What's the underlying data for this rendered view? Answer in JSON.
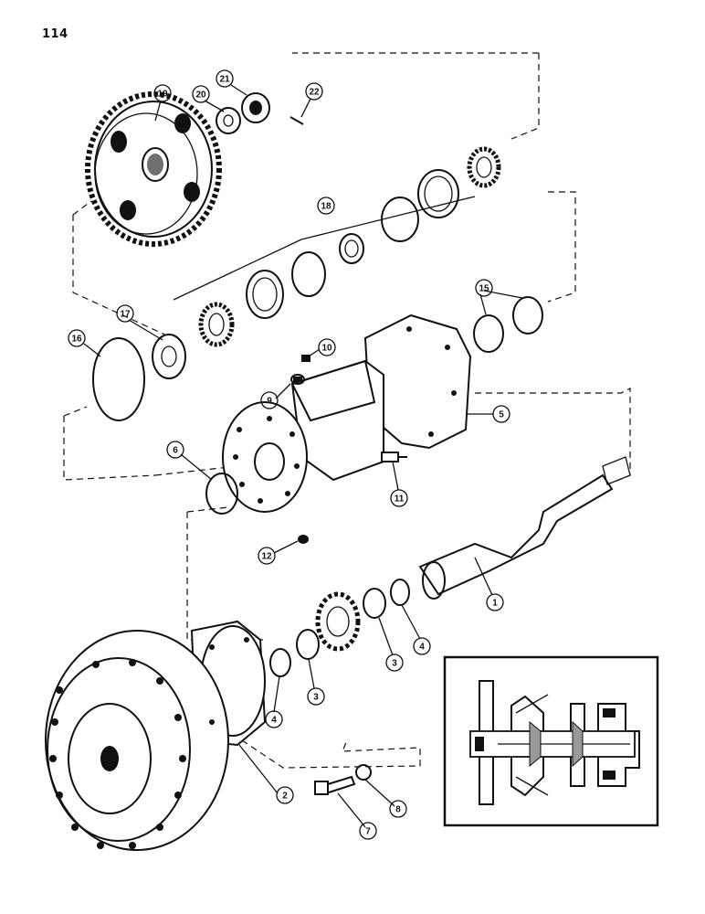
{
  "page": {
    "number": "114"
  },
  "callouts": [
    {
      "label": "1"
    },
    {
      "label": "2"
    },
    {
      "label": "3"
    },
    {
      "label": "3"
    },
    {
      "label": "4"
    },
    {
      "label": "4"
    },
    {
      "label": "5"
    },
    {
      "label": "6"
    },
    {
      "label": "7"
    },
    {
      "label": "8"
    },
    {
      "label": "9"
    },
    {
      "label": "10"
    },
    {
      "label": "11"
    },
    {
      "label": "12"
    },
    {
      "label": "15"
    },
    {
      "label": "16"
    },
    {
      "label": "17"
    },
    {
      "label": "18"
    },
    {
      "label": "19"
    },
    {
      "label": "20"
    },
    {
      "label": "21"
    },
    {
      "label": "22"
    }
  ]
}
